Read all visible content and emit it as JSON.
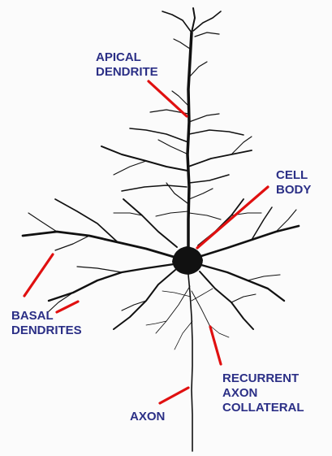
{
  "labels": {
    "apical_line1": "APICAL",
    "apical_line2": "DENDRITE",
    "cell_line1": "CELL",
    "cell_line2": "BODY",
    "basal_line1": "BASAL",
    "basal_line2": "DENDRITES",
    "recurrent_line1": "RECURRENT",
    "recurrent_line2": "AXON",
    "recurrent_line3": "COLLATERAL",
    "axon": "AXON"
  },
  "colors": {
    "label_text": "#2b2f86",
    "pointer_line": "#e01010",
    "neuron": "#111111",
    "background": "#fbfbfb"
  }
}
